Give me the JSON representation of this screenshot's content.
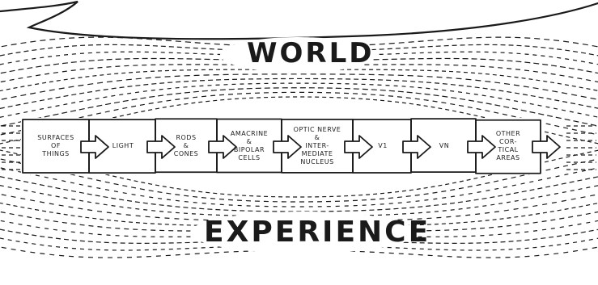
{
  "diagram": {
    "top_label": "WORLD",
    "bottom_label": "EXPERIENCE",
    "steps": [
      {
        "label": "SURFACES\nOF\nTHINGS"
      },
      {
        "label": "LIGHT"
      },
      {
        "label": "RODS\n&\nCONES"
      },
      {
        "label": "AMACRINE\n&\nBIPOLAR\nCELLS"
      },
      {
        "label": "OPTIC NERVE\n&\nINTER-\nMEDIATE\nNUCLEUS"
      },
      {
        "label": "V1"
      },
      {
        "label": "VN"
      },
      {
        "label": "OTHER\nCOR-\nTICAL\nAREAS"
      }
    ]
  },
  "colors": {
    "ink": "#1a1a1a",
    "paper": "#ffffff"
  }
}
